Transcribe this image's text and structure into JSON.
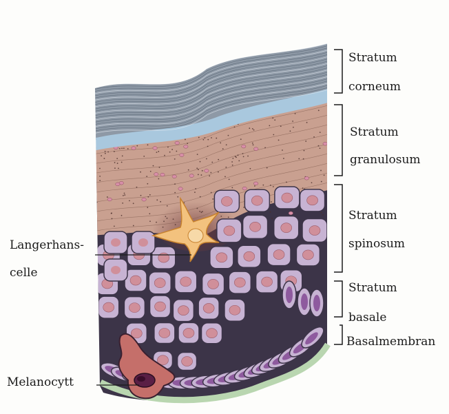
{
  "layers": {
    "corneum": {
      "line1": "Stratum",
      "line2": "corneum"
    },
    "granulosum": {
      "line1": "Stratum",
      "line2": "granulosum"
    },
    "spinosum": {
      "line1": "Stratum",
      "line2": "spinosum"
    },
    "basale": {
      "line1": "Stratum",
      "line2": "basale"
    },
    "membrane": {
      "label": "Basalmembran"
    }
  },
  "cells": {
    "langerhans": {
      "line1": "Langerhans-",
      "line2": "celle"
    },
    "melanocyte": {
      "label": "Melanocytt"
    }
  },
  "colors": {
    "corneum": "#8e99a6",
    "corneum_line": "#4f5c6b",
    "blue_band": "#a9c8de",
    "granulosum": "#c9a090",
    "spinosum_cell": "#c7b3d3",
    "spinosum_outline": "#3c3448",
    "nucleus": "#d08f9a",
    "basal_cell": "#8e5a9e",
    "membrane": "#b9d6b0",
    "langerhans": "#f3c27e",
    "melanocyte": "#7e3458"
  }
}
